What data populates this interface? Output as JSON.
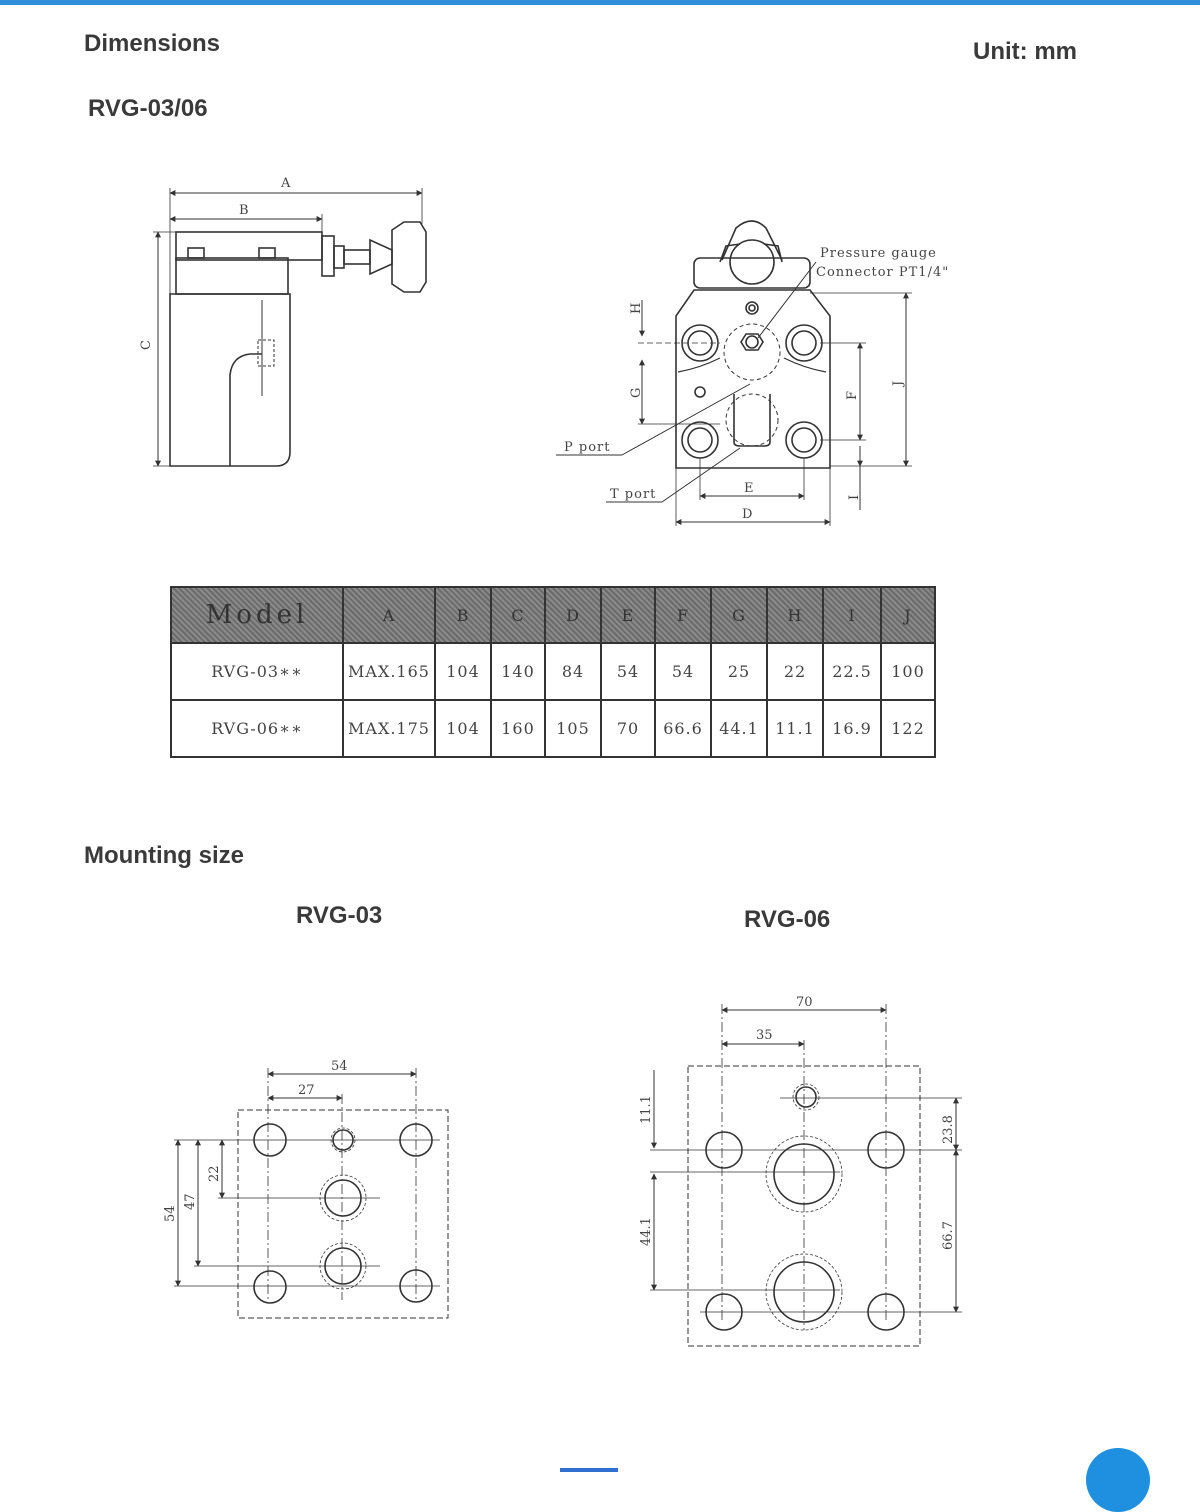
{
  "header": {
    "title": "Dimensions",
    "unit": "Unit: mm",
    "model_title": "RVG-03/06"
  },
  "side_view": {
    "labels": {
      "A": "A",
      "B": "B",
      "C": "C"
    }
  },
  "front_view": {
    "pressure_gauge_line1": "Pressure gauge",
    "pressure_gauge_line2": "Connector PT1/4\"",
    "p_port": "P port",
    "t_port": "T port",
    "labels": {
      "D": "D",
      "E": "E",
      "F": "F",
      "G": "G",
      "H": "H",
      "I": "I",
      "J": "J"
    }
  },
  "table": {
    "headers": [
      "Model",
      "A",
      "B",
      "C",
      "D",
      "E",
      "F",
      "G",
      "H",
      "I",
      "J"
    ],
    "rows": [
      [
        "RVG-03∗∗",
        "MAX.165",
        "104",
        "140",
        "84",
        "54",
        "54",
        "25",
        "22",
        "22.5",
        "100"
      ],
      [
        "RVG-06∗∗",
        "MAX.175",
        "104",
        "160",
        "105",
        "70",
        "66.6",
        "44.1",
        "11.1",
        "16.9",
        "122"
      ]
    ]
  },
  "mounting": {
    "title": "Mounting size",
    "rvg03": {
      "title": "RVG-03",
      "dims": {
        "top_outer": "54",
        "top_inner": "27",
        "v_outer": "54",
        "v_mid": "47",
        "v_inner": "22"
      }
    },
    "rvg06": {
      "title": "RVG-06",
      "dims": {
        "top_outer": "70",
        "top_inner": "35",
        "left_top": "11.1",
        "left_mid": "44.1",
        "right_top": "23.8",
        "right_mid": "66.7"
      }
    }
  }
}
